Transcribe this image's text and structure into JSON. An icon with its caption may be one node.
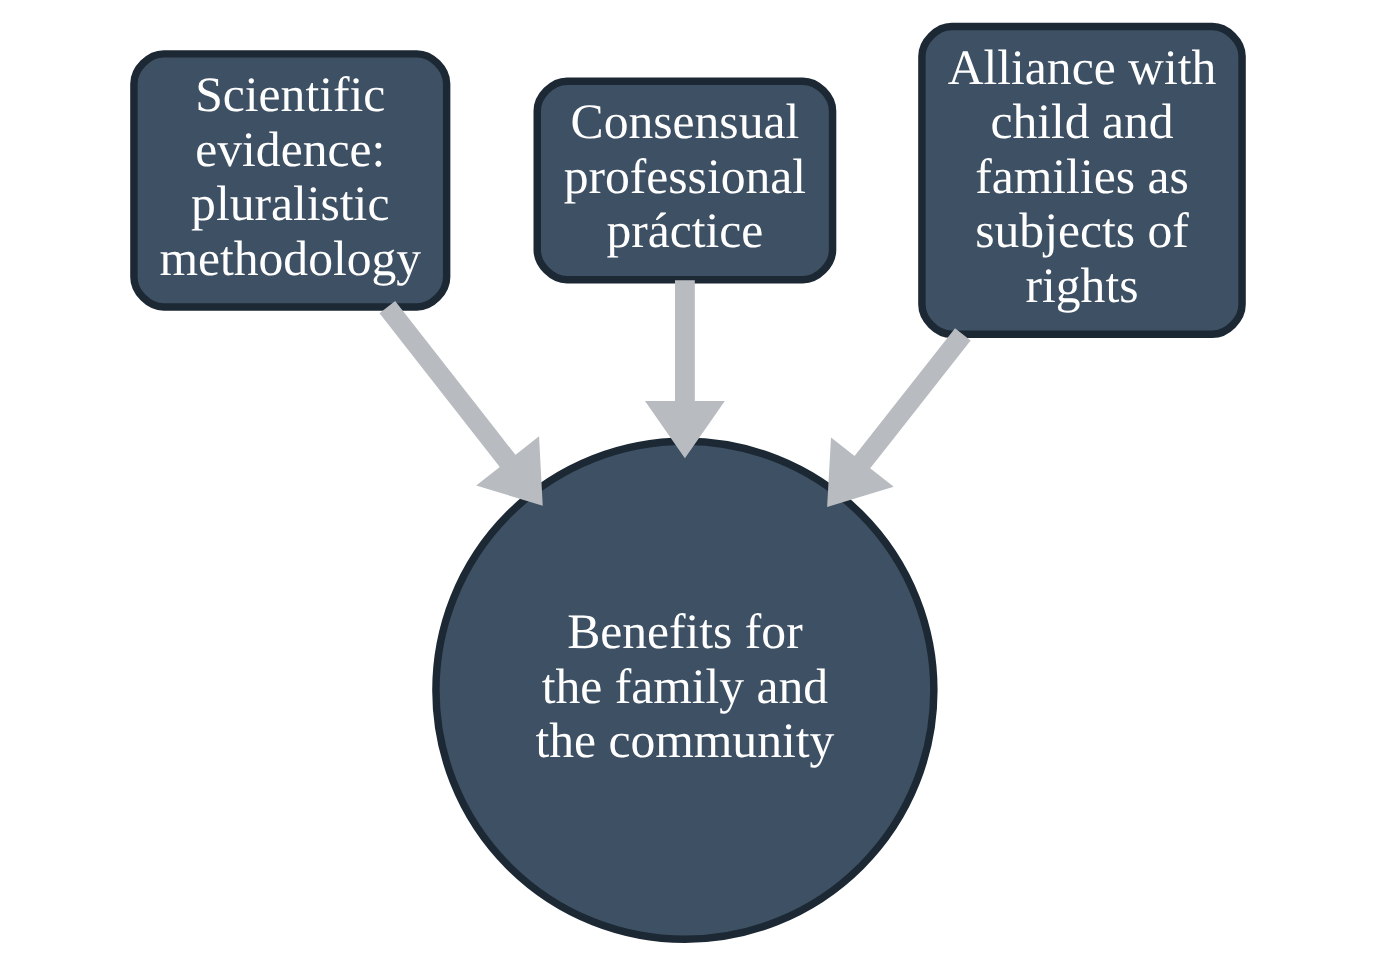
{
  "diagram": {
    "nodes": [
      {
        "text": [
          "Scientific evidence: pluralistic methodology"
        ]
      },
      {
        "text": [
          "Consensual professional práctice"
        ]
      },
      {
        "text": [
          "Alliance with child and families as subjects of rights"
        ]
      },
      {
        "text": [
          "Benefits for the family and the community"
        ]
      }
    ],
    "edges": [
      {
        "from": 0,
        "to": 3,
        "arrow": "to"
      },
      {
        "from": 1,
        "to": 3,
        "arrow": "to"
      },
      {
        "from": 2,
        "to": 3,
        "arrow": "to"
      }
    ]
  }
}
